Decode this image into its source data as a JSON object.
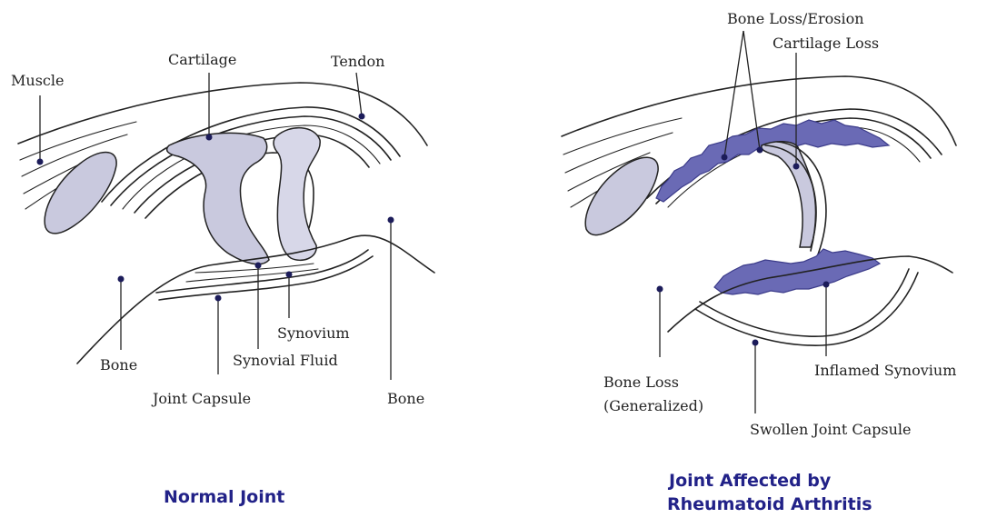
{
  "normal": {
    "title": "Normal Joint",
    "labels": {
      "muscle": "Muscle",
      "cartilage": "Cartilage",
      "tendon": "Tendon",
      "bone_left": "Bone",
      "bone_right": "Bone",
      "synovium": "Synovium",
      "synovial_fluid": "Synovial Fluid",
      "joint_capsule": "Joint Capsule"
    }
  },
  "affected": {
    "title_line1": "Joint Affected by",
    "title_line2": "Rheumatoid Arthritis",
    "labels": {
      "bone_loss_erosion": "Bone Loss/Erosion",
      "cartilage_loss": "Cartilage Loss",
      "bone_loss_generalized_line1": "Bone Loss",
      "bone_loss_generalized_line2": "(Generalized)",
      "inflamed_synovium": "Inflamed Synovium",
      "swollen_joint_capsule": "Swollen Joint Capsule"
    }
  },
  "colors": {
    "cartilage_fill": "#c9c9de",
    "inflamed_fill": "#6a6ab5",
    "title_color": "#222288"
  }
}
